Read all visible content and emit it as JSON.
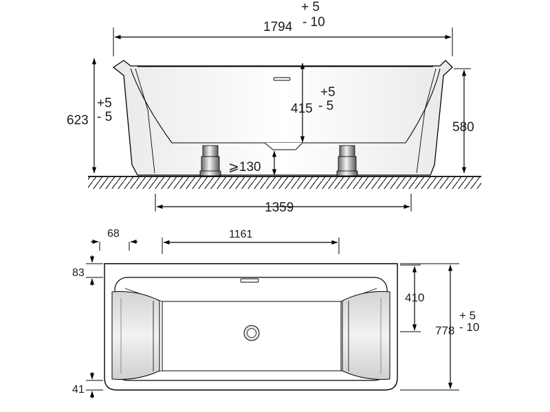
{
  "side_view": {
    "overall_length": {
      "value": "1794",
      "tol_plus": "+ 5",
      "tol_minus": "- 10"
    },
    "overall_height": {
      "value": "623",
      "tol_plus": "+5",
      "tol_minus": "- 5"
    },
    "rim_height": {
      "value": "580"
    },
    "inner_depth": {
      "value": "415",
      "tol_plus": "+5",
      "tol_minus": "- 5"
    },
    "drain_clearance": {
      "value": "⩾130"
    },
    "feet_spacing": {
      "value": "1359"
    }
  },
  "plan_view": {
    "end_offset": {
      "value": "68"
    },
    "inner_flat_length": {
      "value": "1161"
    },
    "top_margin": {
      "value": "83"
    },
    "bottom_margin": {
      "value": "41"
    },
    "half_width": {
      "value": "410"
    },
    "overall_width": {
      "value": "778",
      "tol_plus": "+ 5",
      "tol_minus": "- 10"
    }
  }
}
